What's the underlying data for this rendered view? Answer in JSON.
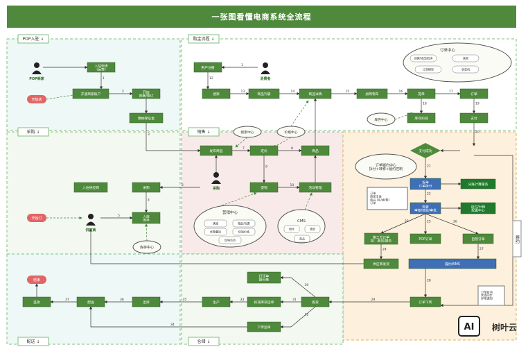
{
  "title": "一张图看懂电商系统全流程",
  "regions": {
    "pop": "POP入驻 ↓",
    "buyer": "购金流程 ↓",
    "purchase": "采购 ↓",
    "sales": "销售 ↓",
    "delivery": "配送 ↓",
    "warehouse": "仓储 ↓",
    "fulfill": "履约 ↓"
  },
  "actors": {
    "pop": "POP商家",
    "consumer": "消费者",
    "buyer": "采购",
    "supplier": "供应商"
  },
  "pills": {
    "open_pop": "开始店",
    "open_supplier": "开始订",
    "finish": "结束"
  },
  "nodes": {
    "pop_apply": "入驻申请\n(运营)",
    "pop_account": "开通商家账户",
    "pop_contract": "开店\n签署/签订",
    "pop_deposit": "缴纳保证金",
    "user_register": "用户注册",
    "browse": "搜索",
    "product_list": "商品列表",
    "product_detail": "商品详情",
    "cart": "加购物车",
    "checkout": "提单",
    "order": "订单",
    "stock_deduct": "库存扣减",
    "pay": "支付",
    "publish": "发布商品",
    "pricing": "定价",
    "goods": "商品",
    "promo": "促销",
    "activity": "活动管理",
    "inbound_report": "入驻供应商",
    "purchase_node": "采购",
    "inbound_store": "入库\n库存",
    "pay_success": "支付成功",
    "split_order": "拆单\n订单拆分",
    "invoice": "分账计算服务",
    "merge_order": "检查\n审核/核验/审批",
    "settle": "应付/分账\n配置中心",
    "third_order": "第三方订单\n如：虚拟/服务",
    "pop_order": "POP订单",
    "self_order": "自营订单",
    "supplier_send": "供应商发货",
    "wms": "履约WMS",
    "order_send": "订单下传",
    "pick": "拣货",
    "print_list": "打印单\n据分拣",
    "produce": "生产",
    "outbound": "出库",
    "ship": "配送",
    "sign": "签收",
    "downstream": "下传运单",
    "kill_stock": "扣减库存运单"
  },
  "clouds": {
    "order_center": "订单中心",
    "oc_items": [
      "创建/修改/取消",
      "快照",
      "订单模型",
      "状态机"
    ],
    "stock_center": "库存中心",
    "search_center": "搜索中心",
    "price_center": "价格中心",
    "marketing": "营销中心",
    "mk_items": [
      "满减",
      "赠品/优惠",
      "优惠叠加",
      "促销价格",
      "促销活动"
    ],
    "cms": "CMS",
    "cms_items": [
      "组件",
      "楼层",
      "商品"
    ],
    "fulfill_center": "订单履约中心\n拆分+转移+履约控制",
    "stock_center2": "库存中心"
  },
  "notes": {
    "split_rule": "订单\n商家主体\n商品 (实/虚/数)\n订单",
    "fulfill_note": "订单取消\n状态同步\n异常通知"
  },
  "side_label": "履约",
  "watermark_brand": "树叶云",
  "watermark_logo": "AI",
  "edge_numbers": [
    "1",
    "2",
    "3",
    "4",
    "5",
    "6",
    "7",
    "8",
    "9",
    "10",
    "11",
    "12",
    "13",
    "14",
    "15",
    "16",
    "17",
    "18",
    "19",
    "20",
    "21",
    "22",
    "23",
    "24",
    "25",
    "26",
    "27",
    "28",
    "29",
    "30",
    "31",
    "32",
    "33",
    "34",
    "35",
    "36",
    "37"
  ]
}
